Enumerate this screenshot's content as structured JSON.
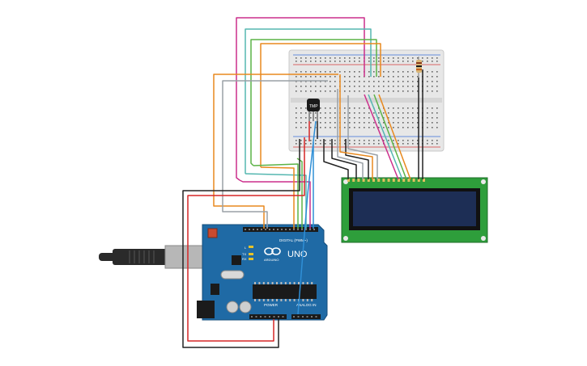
{
  "canvas": {
    "background": "#ffffff"
  },
  "arduino": {
    "brand": "UNO",
    "digital_label": "DIGITAL (PWM~)",
    "power_label": "POWER",
    "analog_label": "ANALOG IN",
    "tx_label": "TX",
    "rx_label": "RX",
    "l_label": "L",
    "logo_text": "ARDUINO",
    "board_color": "#1f6aa5"
  },
  "sensor": {
    "label": "TMP"
  },
  "lcd": {
    "pcb_color": "#2e9e3b",
    "screen_color": "#1d2e55"
  },
  "wires": {
    "colors": {
      "orange": "#e8891e",
      "gray": "#9aa0a6",
      "magenta": "#cc2f8c",
      "teal": "#55b7b0",
      "green": "#5cb347",
      "red": "#d62727",
      "black": "#222222",
      "blue": "#2f8fd6"
    }
  }
}
